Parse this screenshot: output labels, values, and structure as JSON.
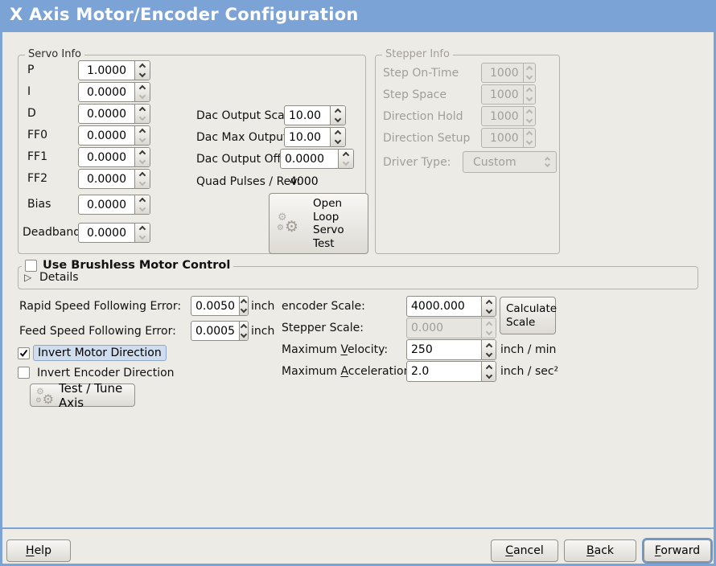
{
  "window_title": "X Axis Motor/Encoder Configuration",
  "colors": {
    "titlebar": "#7ca3d6",
    "background": "#edebe6",
    "focus_ring": "#6f97c6",
    "highlight_bg": "#cfddee"
  },
  "servo_info": {
    "title": "Servo Info",
    "params": [
      {
        "label": "P",
        "value": "1.0000"
      },
      {
        "label": "I",
        "value": "0.0000"
      },
      {
        "label": "D",
        "value": "0.0000"
      },
      {
        "label": "FF0",
        "value": "0.0000"
      },
      {
        "label": "FF1",
        "value": "0.0000"
      },
      {
        "label": "FF2",
        "value": "0.0000"
      },
      {
        "label": "Bias",
        "value": "0.0000"
      },
      {
        "label": "Deadband",
        "value": "0.0000"
      }
    ],
    "dac_output_scale_label": "Dac Output Scale:",
    "dac_output_scale_value": "10.00",
    "dac_max_output_label": "Dac Max Output:",
    "dac_max_output_value": "10.00",
    "dac_output_offset_label": "Dac Output Offset:",
    "dac_output_offset_value": "0.0000",
    "quad_pulses_label": "Quad Pulses / Rev:",
    "quad_pulses_value": "4000",
    "open_loop_button": "Open\nLoop\nServo\nTest"
  },
  "stepper_info": {
    "title": "Stepper Info",
    "params": [
      {
        "label": "Step On-Time",
        "value": "1000"
      },
      {
        "label": "Step Space",
        "value": "1000"
      },
      {
        "label": "Direction Hold",
        "value": "1000"
      },
      {
        "label": "Direction Setup",
        "value": "1000"
      }
    ],
    "driver_type_label": "Driver Type:",
    "driver_type_value": "Custom"
  },
  "brushless": {
    "title": "Use Brushless Motor Control",
    "details": "Details"
  },
  "following_error": {
    "rapid_label": "Rapid Speed Following Error:",
    "rapid_value": "0.0050",
    "rapid_unit": "inch",
    "feed_label": "Feed Speed Following Error:",
    "feed_value": "0.0005",
    "feed_unit": "inch"
  },
  "scale": {
    "encoder_label": "encoder Scale:",
    "encoder_value": "4000.000",
    "stepper_label": "Stepper Scale:",
    "stepper_value": "0.000",
    "calculate_button": "Calculate\nScale",
    "max_velocity_label_html": "Maximum <u>V</u>elocity:",
    "max_velocity_value": "250",
    "max_velocity_unit": "inch / min",
    "max_accel_label_html": "Maximum <u>A</u>cceleration:",
    "max_accel_value": "2.0",
    "max_accel_unit": "inch / sec²"
  },
  "direction": {
    "invert_motor": "Invert Motor Direction",
    "invert_encoder": "Invert Encoder Direction",
    "test_tune_button": "Test / Tune Axis"
  },
  "footer": {
    "help_html": "<u>H</u>elp",
    "cancel_html": "<u>C</u>ancel",
    "back_html": "<u>B</u>ack",
    "forward_html": "<u>F</u>orward"
  }
}
